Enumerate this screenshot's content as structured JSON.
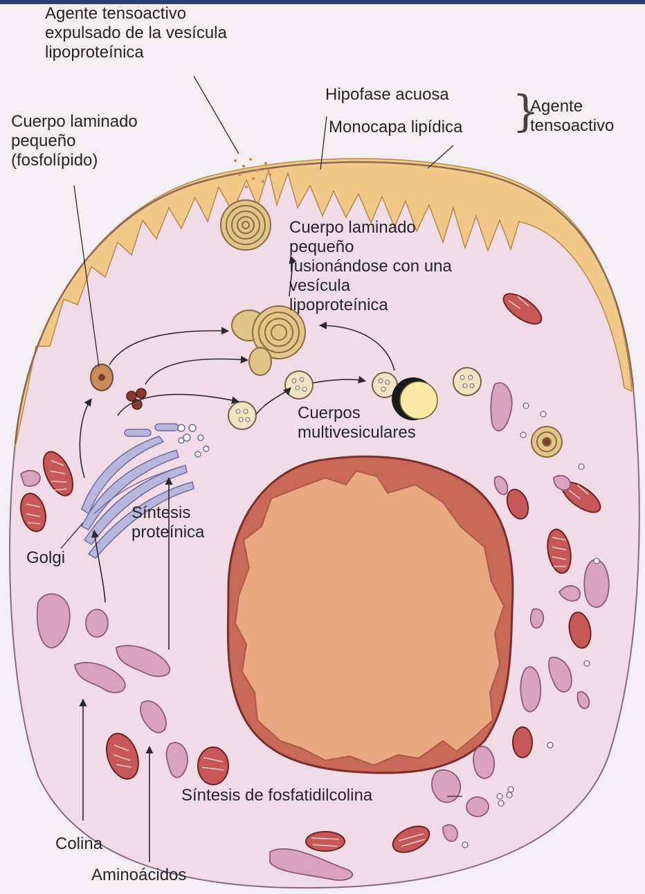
{
  "labels": {
    "agente_expulsado": "Agente tensoactivo\nexpulsado de la vesícula\nlipoproteínica",
    "hipofase": "Hipofase acuosa",
    "monocapa": "Monocapa lipídica",
    "agente_tensoactivo": "Agente\ntensoactivo",
    "cuerpo_laminado_pequeno": "Cuerpo laminado\npequeño\n(fosfolípido)",
    "cuerpo_fusionandose": "Cuerpo laminado\npequeño\nfusionándose con una\nvesícula\nlipoproteínica",
    "cuerpos_multivesiculares": "Cuerpos\nmultivesiculares",
    "sintesis_proteinica": "Síntesis\nproteínica",
    "golgi": "Golgi",
    "sintesis_fosfatidilcolina": "Síntesis de fosfatidilcolina",
    "colina": "Colina",
    "aminoacidos": "Aminoácidos"
  },
  "colors": {
    "cytoplasm": "#f1dbe6",
    "surfactant_layer": "#f2c889",
    "nucleus": "#e9a880",
    "nuclear_envelope": "#c86858",
    "golgi": "#b9b6dc",
    "mitochondria": "#c85858",
    "er_vesicles": "#d9a3bd",
    "lamellar_body": "#e0c488"
  }
}
